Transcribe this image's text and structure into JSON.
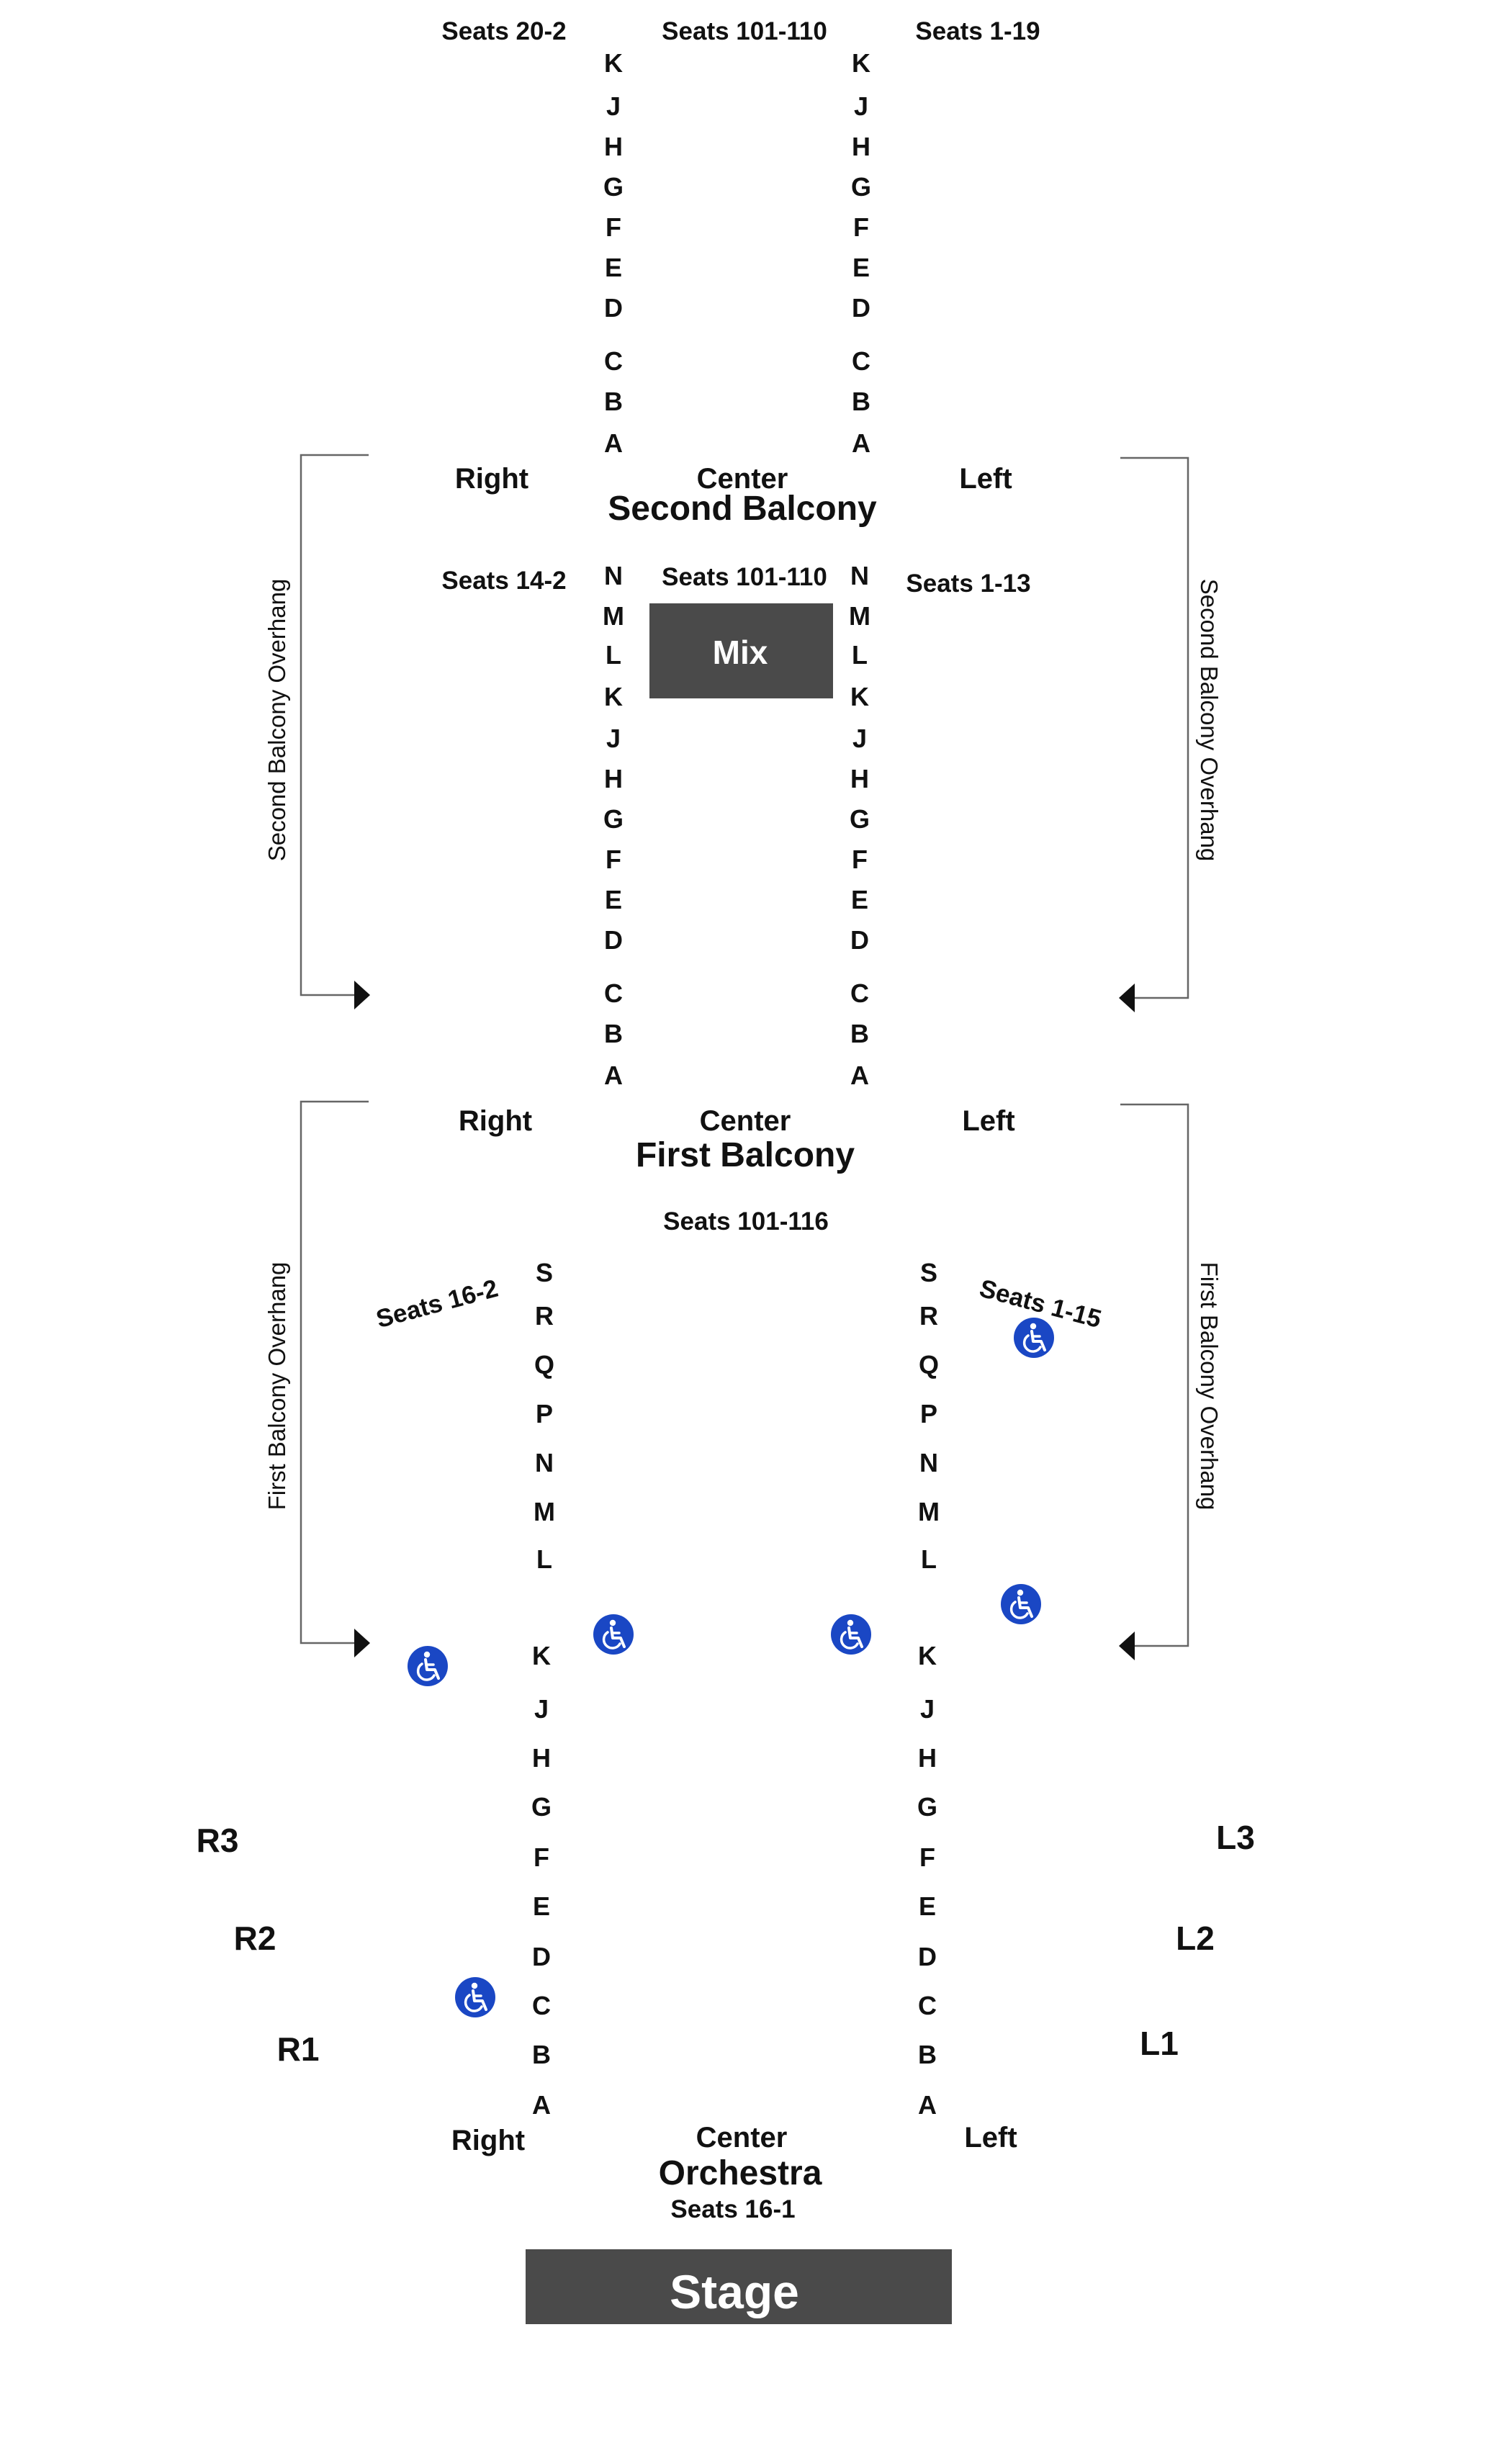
{
  "second_balcony": {
    "upper": {
      "seats_right": "Seats 20-2",
      "seats_center": "Seats 101-110",
      "seats_left": "Seats 1-19",
      "rows_left": [
        "K",
        "J",
        "H",
        "G",
        "F",
        "E",
        "D",
        "C",
        "B",
        "A"
      ],
      "rows_right": [
        "K",
        "J",
        "H",
        "G",
        "F",
        "E",
        "D",
        "C",
        "B",
        "A"
      ]
    },
    "side_right": "Right",
    "side_center": "Center",
    "side_left": "Left",
    "title": "Second Balcony",
    "lower": {
      "seats_right": "Seats 14-2",
      "seats_center": "Seats 101-110",
      "seats_left": "Seats 1-13",
      "rows_left": [
        "N",
        "M",
        "L",
        "K",
        "J",
        "H",
        "G",
        "F",
        "E",
        "D",
        "C",
        "B",
        "A"
      ],
      "rows_right": [
        "N",
        "M",
        "L",
        "K",
        "J",
        "H",
        "G",
        "F",
        "E",
        "D",
        "C",
        "B",
        "A"
      ]
    },
    "mix_label": "Mix",
    "overhang_label": "Second Balcony Overhang"
  },
  "first_balcony": {
    "side_right": "Right",
    "side_center": "Center",
    "side_left": "Left",
    "title": "First Balcony",
    "overhang_label": "First Balcony Overhang"
  },
  "orchestra": {
    "seats_top_center": "Seats 101-116",
    "seats_right": "Seats 16-2",
    "seats_left": "Seats 1-15",
    "rows_upper_left": [
      "S",
      "R",
      "Q",
      "P",
      "N",
      "M",
      "L"
    ],
    "rows_upper_right": [
      "S",
      "R",
      "Q",
      "P",
      "N",
      "M",
      "L"
    ],
    "rows_lower_left": [
      "K",
      "J",
      "H",
      "G",
      "F",
      "E",
      "D",
      "C",
      "B",
      "A"
    ],
    "rows_lower_right": [
      "K",
      "J",
      "H",
      "G",
      "F",
      "E",
      "D",
      "C",
      "B",
      "A"
    ],
    "boxes_right": [
      "R3",
      "R2",
      "R1"
    ],
    "boxes_left": [
      "L3",
      "L2",
      "L1"
    ],
    "side_right": "Right",
    "side_center": "Center",
    "side_left": "Left",
    "title": "Orchestra",
    "seats_center": "Seats 16-1"
  },
  "stage_label": "Stage",
  "colors": {
    "text": "#111111",
    "box_fill": "#4a4a4a",
    "accessible": "#1a47c4",
    "bracket": "#666666"
  },
  "icons": {
    "accessible": "wheelchair-icon",
    "arrow": "arrow-icon"
  }
}
